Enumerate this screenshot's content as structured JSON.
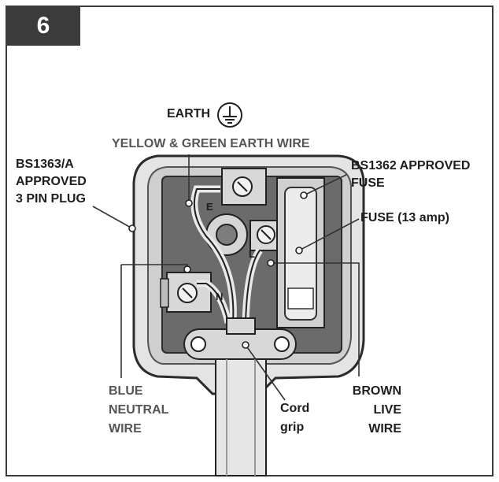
{
  "step_number": "6",
  "labels": {
    "earth": "EARTH",
    "earth_wire": "YELLOW & GREEN EARTH WIRE",
    "plug_line1": "BS1363/A",
    "plug_line2": "APPROVED",
    "plug_line3": "3 PIN PLUG",
    "fuse_approved_line1": "BS1362 APPROVED",
    "fuse_approved_line2": "FUSE",
    "fuse_rating": "FUSE (13 amp)",
    "neutral_line1": "BLUE",
    "neutral_line2": "NEUTRAL",
    "neutral_line3": "WIRE",
    "cord_line1": "Cord",
    "cord_line2": "grip",
    "live_line1": "BROWN",
    "live_line2": "LIVE",
    "live_line3": "WIRE",
    "terminal_e": "E",
    "terminal_n": "N",
    "terminal_l": "L"
  },
  "icons": {
    "earth_symbol": "earth-ground-icon"
  },
  "colors": {
    "badge": "#3b3b3b",
    "text": "#1e1e1e",
    "line": "#333333"
  }
}
